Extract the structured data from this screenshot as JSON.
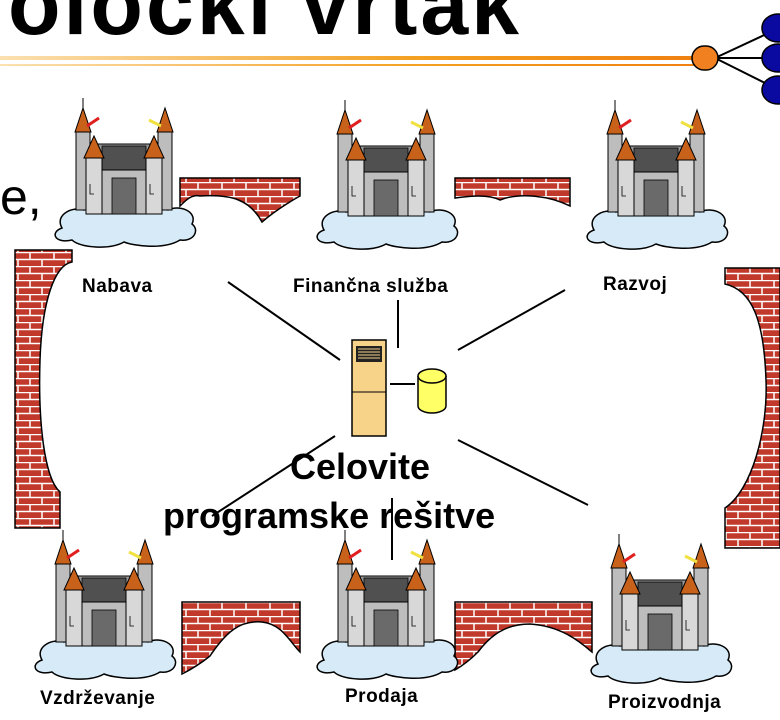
{
  "slide": {
    "title_fragment": "olocki vrtak",
    "text_fragment": "e,"
  },
  "departments": [
    {
      "name": "Nabava"
    },
    {
      "name": "Finančna služba"
    },
    {
      "name": "Razvoj"
    },
    {
      "name": "Vzdrževanje"
    },
    {
      "name": "Prodaja"
    },
    {
      "name": "Proizvodnja"
    }
  ],
  "center": {
    "line1": "Celovite",
    "line2": "programske rešitve"
  },
  "colors": {
    "brick": "#c0392b",
    "brick_mortar": "#ffffff",
    "cloud": "#d6ebf7",
    "castle_light": "#cfcfcf",
    "castle_dark": "#707070",
    "roof": "#c8621a",
    "server": "#f7d38a",
    "database": "#ffff66",
    "accent_line": "#f4a020",
    "node_blue": "#0a0aa0",
    "node_orange": "#f08020"
  },
  "icons": [
    "castle-icon",
    "server-icon",
    "database-icon",
    "network-nodes-icon",
    "brick-wall"
  ]
}
